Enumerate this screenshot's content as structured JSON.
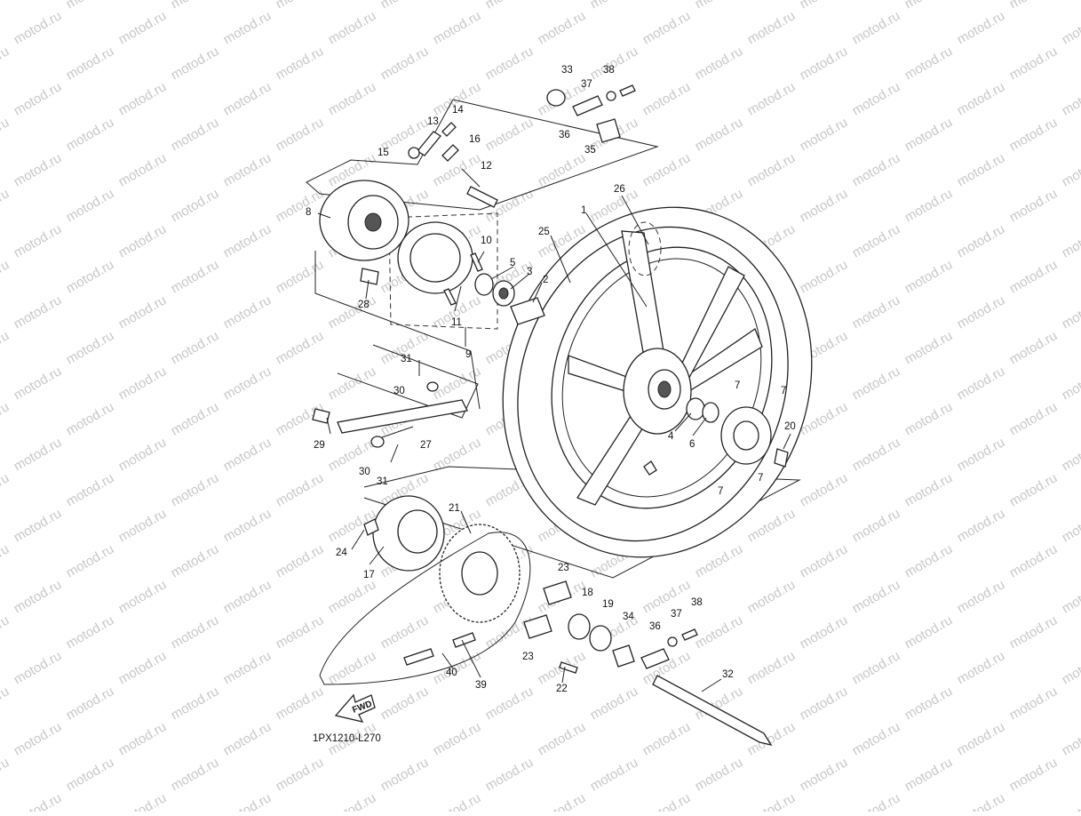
{
  "watermark": "motod.ru",
  "diagram_code": "1PX1210-L270",
  "fwd_label": "FWD",
  "callouts": {
    "c1": "1",
    "c2": "2",
    "c3": "3",
    "c4": "4",
    "c5": "5",
    "c6": "6",
    "c7a": "7",
    "c7b": "7",
    "c7c": "7",
    "c7d": "7",
    "c8": "8",
    "c9": "9",
    "c10": "10",
    "c11": "11",
    "c12": "12",
    "c13": "13",
    "c14": "14",
    "c15": "15",
    "c16": "16",
    "c17": "17",
    "c18": "18",
    "c19": "19",
    "c20": "20",
    "c21": "21",
    "c22": "22",
    "c23a": "23",
    "c23b": "23",
    "c24": "24",
    "c25": "25",
    "c26": "26",
    "c27": "27",
    "c28": "28",
    "c29": "29",
    "c30a": "30",
    "c30b": "30",
    "c31a": "31",
    "c31b": "31",
    "c32": "32",
    "c33": "33",
    "c34": "34",
    "c35": "35",
    "c36a": "36",
    "c36b": "36",
    "c37a": "37",
    "c37b": "37",
    "c38a": "38",
    "c38b": "38",
    "c39": "39",
    "c40": "40"
  }
}
